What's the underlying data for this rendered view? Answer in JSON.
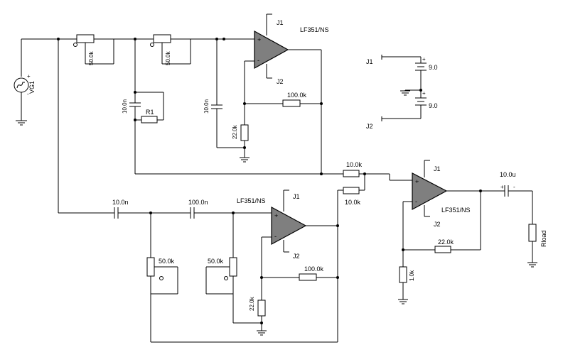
{
  "opamps": [
    {
      "part": "LF351/NS",
      "pos_supply": "J1",
      "neg_supply": "J2"
    },
    {
      "part": "LF351/NS",
      "pos_supply": "J1",
      "neg_supply": "J2"
    },
    {
      "part": "LF351/NS",
      "pos_supply": "J1",
      "neg_supply": "J2"
    }
  ],
  "source": {
    "name": "VG1"
  },
  "top_filter": {
    "pot1": "50.0k",
    "pot2": "50.0k",
    "cap1": "10.0n",
    "cap2": "10.0n",
    "r1_label": "R1",
    "feedback": "100.0k",
    "ground_res": "22.0k"
  },
  "bottom_filter": {
    "cap1": "10.0n",
    "cap2": "100.0n",
    "pot1": "50.0k",
    "pot2": "50.0k",
    "feedback": "100.0k",
    "ground_res": "22.0k"
  },
  "summer": {
    "in_res1": "10.0k",
    "in_res2": "10.0k",
    "feedback": "22.0k",
    "ground_res": "1.0k",
    "out_cap": "10.0u",
    "load": "Rload"
  },
  "supplies": {
    "j1": "J1",
    "j2": "J2",
    "bat1": "9.0",
    "bat2": "9.0"
  },
  "symbols": {
    "plus": "+",
    "minus": "-"
  }
}
